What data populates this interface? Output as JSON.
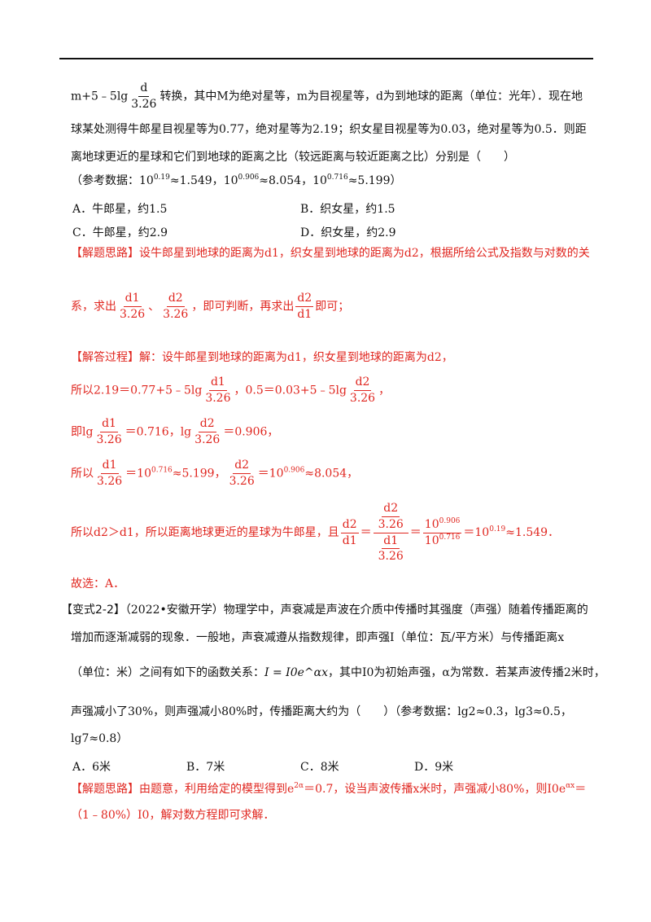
{
  "header_rule": true,
  "intro": {
    "l1a": "m+5﹣5lg",
    "l1_num": "d",
    "l1_den": "3.26",
    "l1b": "转换，其中M为绝对星等，m为目视星等，d为到地球的距离（单位：光年）．现在地",
    "l2": "球某处测得牛郎星目视星等为0.77，绝对星等为2.19；织女星目视星等为0.03，绝对星等为0.5．则距",
    "l3": "离地球更近的星球和它们到地球的距离之比（较远距离与较近距离之比）分别是（　　）",
    "ref_prefix": "（参考数据：",
    "ref1_base": "10",
    "ref1_exp": "0.19",
    "ref1_val": "≈1.549，",
    "ref2_base": "10",
    "ref2_exp": "0.906",
    "ref2_val": "≈8.054，",
    "ref3_base": "10",
    "ref3_exp": "0.716",
    "ref3_val": "≈5.199）"
  },
  "options1": {
    "a": "A．牛郎星，约1.5",
    "b": "B．织女星，约1.5",
    "c": "C．牛郎星，约2.9",
    "d": "D．织女星，约2.9"
  },
  "analysis1": {
    "tag": "【解题思路】",
    "t1": "设牛郎星到地球的距离为d1，织女星到地球的距离为d2，根据所给公式及指数与对数的关",
    "t2a": "系，求出",
    "f1_num": "d1",
    "f1_den": "3.26",
    "sep": "、",
    "f2_num": "d2",
    "f2_den": "3.26",
    "t2b": "，即可判断，再求出",
    "f3_num": "d2",
    "f3_den": "d1",
    "t2c": "即可；"
  },
  "solution1": {
    "tag": "【解答过程】",
    "s1": "解：设牛郎星到地球的距离为d1，织女星到地球的距离为d2，",
    "s2a": "所以2.19＝0.77+5﹣5lg",
    "s2_f1_num": "d1",
    "s2_f1_den": "3.26",
    "s2b": "，0.5＝0.03+5﹣5lg",
    "s2_f2_num": "d2",
    "s2_f2_den": "3.26",
    "s2c": "，",
    "s3a": "即lg",
    "s3_f1_num": "d1",
    "s3_f1_den": "3.26",
    "s3b": "＝0.716，lg",
    "s3_f2_num": "d2",
    "s3_f2_den": "3.26",
    "s3c": "＝0.906，",
    "s4a": "所以",
    "s4_f1_num": "d1",
    "s4_f1_den": "3.26",
    "s4b_base": "＝10",
    "s4b_exp": "0.716",
    "s4b_val": "≈5.199，",
    "s4_f2_num": "d2",
    "s4_f2_den": "3.26",
    "s4c_base": "＝10",
    "s4c_exp": "0.906",
    "s4c_val": "≈8.054，",
    "s5a": "所以d2＞d1，所以距离地球更近的星球为牛郎星，且",
    "s5_lhs_num": "d2",
    "s5_lhs_den": "d1",
    "s5_eq": "＝",
    "s5_big_top_num": "d2",
    "s5_big_top_den": "3.26",
    "s5_big_bot_num": "d1",
    "s5_big_bot_den": "3.26",
    "s5_eq2": "＝",
    "s5_pow_num_base": "10",
    "s5_pow_num_exp": "0.906",
    "s5_pow_den_base": "10",
    "s5_pow_den_exp": "0.716",
    "s5_tail_base": "＝10",
    "s5_tail_exp": "0.19",
    "s5_tail_val": "≈1.549．",
    "answer": "故选：A．"
  },
  "variant": {
    "tag": "【变式2-2】",
    "v1": "（2022•安徽开学）物理学中，声衰减是声波在介质中传播时其强度（声强）随着传播距离的",
    "v2": "增加而逐渐减弱的现象．一般地，声衰减遵从指数规律，即声强I（单位：瓦/平方米）与传播距离x",
    "v3a": "（单位：米）之间有如下的函数关系：",
    "formula": "I = I0e^αx",
    "v3b": "，其中I0为初始声强，α为常数．若某声波传播2米时，",
    "v4": "声强减小了30%，则声强减小80%时，传播距离大约为（　　）（参考数据：lg2≈0.3，lg3≈0.5，",
    "v5": "lg7≈0.8）"
  },
  "options2": {
    "a": "A．6米",
    "b": "B．7米",
    "c": "C．8米",
    "d": "D．9米"
  },
  "analysis2": {
    "tag": "【解题思路】",
    "t1a": "由题意，利用给定的模型得到e",
    "t1_exp": "2α",
    "t1b": "＝0.7，设当声波传播x米时，声强减小80%，则I0e",
    "t1_exp2": "αx",
    "t1c": "＝",
    "t2": "（1﹣80%）I0，解对数方程即可求解．"
  }
}
